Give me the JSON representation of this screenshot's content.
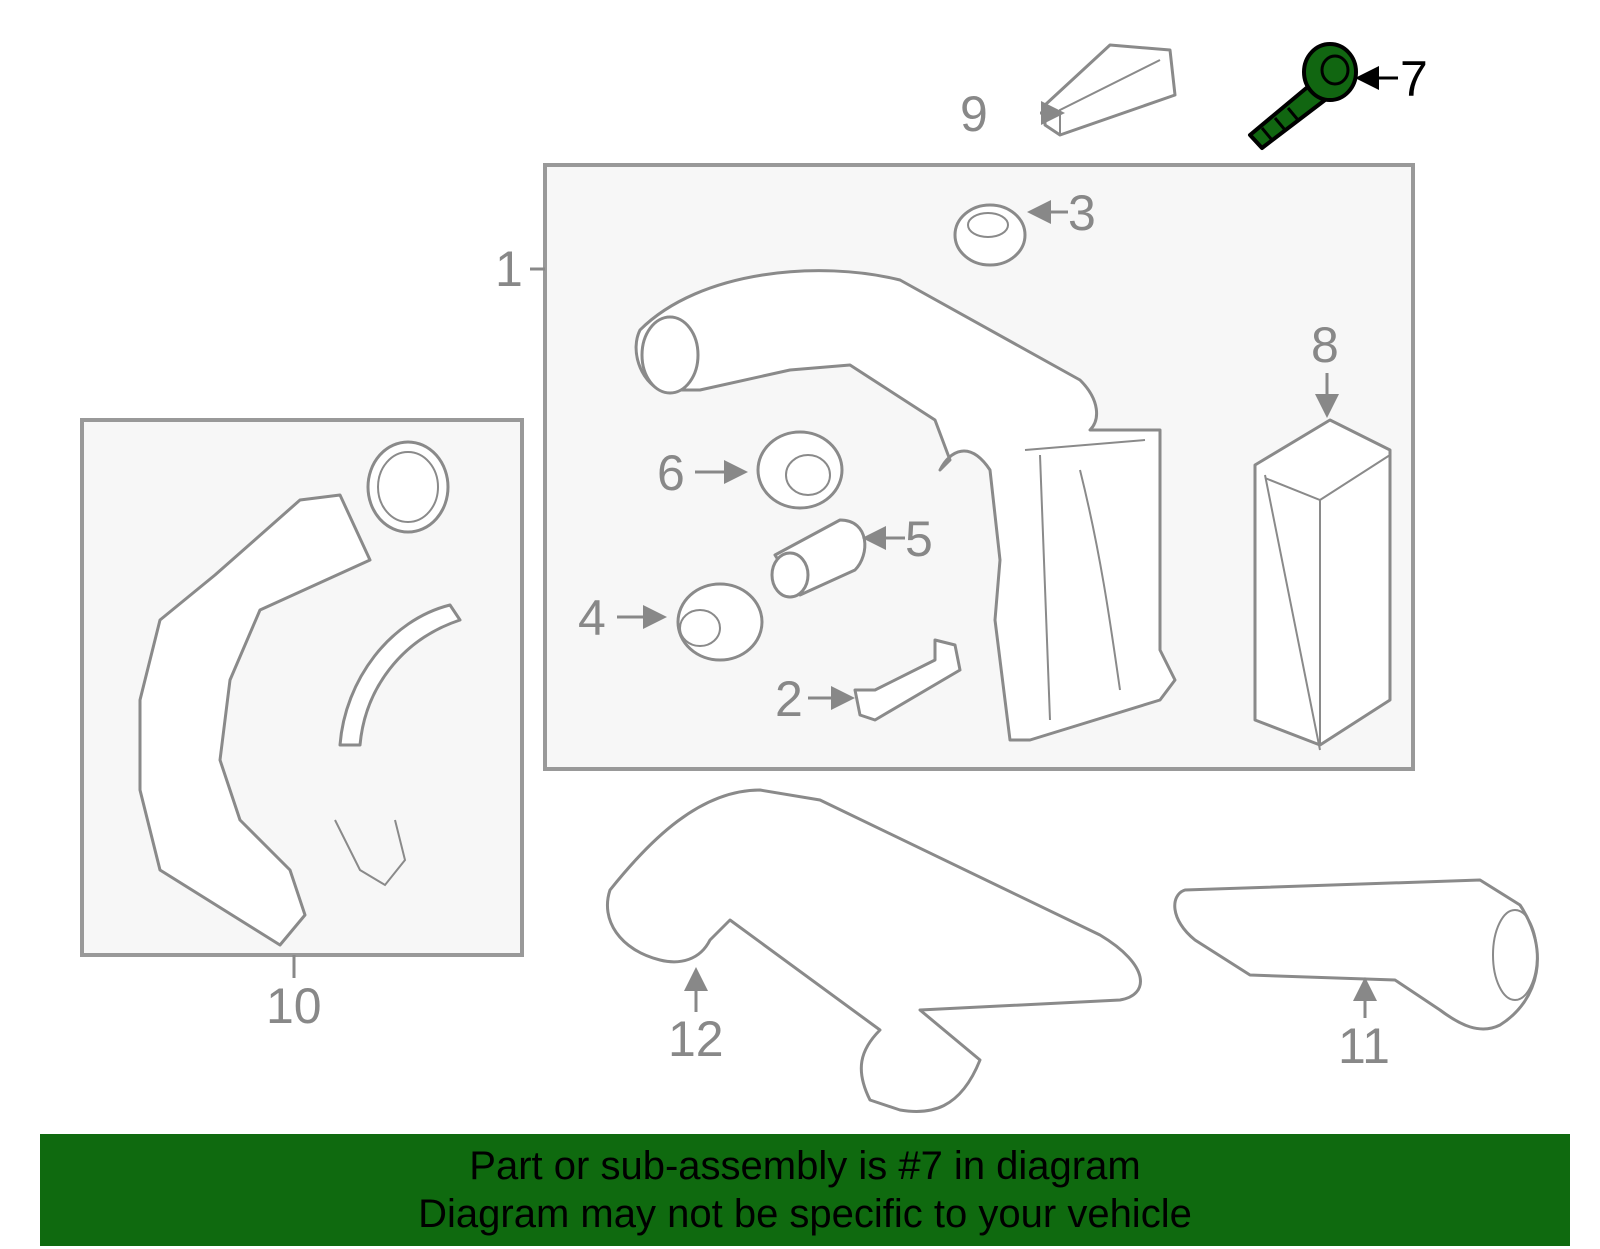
{
  "diagram": {
    "callouts": {
      "c1": "1",
      "c2": "2",
      "c3": "3",
      "c4": "4",
      "c5": "5",
      "c6": "6",
      "c7": "7",
      "c8": "8",
      "c9": "9",
      "c10": "10",
      "c11": "11",
      "c12": "12"
    },
    "highlighted_part": "7",
    "highlight_color": "#116611"
  },
  "banner": {
    "line1": "Part or sub-assembly is #7 in diagram",
    "line2": "Diagram may not be specific to your vehicle",
    "color": "#0f6a0f"
  }
}
